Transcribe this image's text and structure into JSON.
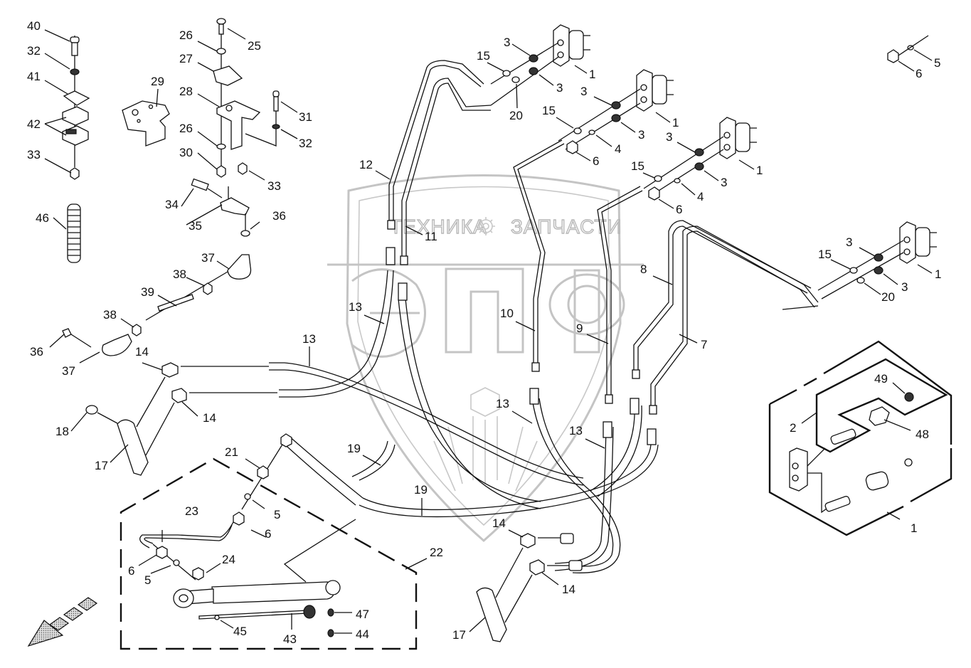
{
  "diagram": {
    "type": "exploded-parts-diagram",
    "subject": "hydraulic lines, valve blocks and cylinder assembly",
    "watermark": {
      "top_left": "ТЕХНИКА",
      "top_right": "ЗАПЧАСТИ",
      "gear_icon": "gear-icon",
      "logo_letters": [
        "Э",
        "П",
        "Ф"
      ]
    },
    "callouts": [
      "1",
      "2",
      "3",
      "4",
      "5",
      "6",
      "7",
      "8",
      "9",
      "10",
      "11",
      "12",
      "13",
      "14",
      "15",
      "17",
      "18",
      "19",
      "20",
      "21",
      "22",
      "23",
      "24",
      "25",
      "26",
      "27",
      "28",
      "29",
      "30",
      "31",
      "32",
      "33",
      "34",
      "35",
      "36",
      "37",
      "38",
      "39",
      "40",
      "41",
      "42",
      "43",
      "44",
      "45",
      "46",
      "47",
      "48",
      "49"
    ],
    "labels": {
      "l40": "40",
      "l32a": "32",
      "l41": "41",
      "l42": "42",
      "l33a": "33",
      "l46": "46",
      "l29": "29",
      "l26a": "26",
      "l25": "25",
      "l27": "27",
      "l28": "28",
      "l26b": "26",
      "l30": "30",
      "l31": "31",
      "l32b": "32",
      "l33b": "33",
      "l34": "34",
      "l35": "35",
      "l36a": "36",
      "l37a": "37",
      "l38a": "38",
      "l39": "39",
      "l38b": "38",
      "l36b": "36",
      "l37b": "37",
      "l14a": "14",
      "l14b": "14",
      "l13a": "13",
      "l18": "18",
      "l17a": "17",
      "l12": "12",
      "l11": "11",
      "l13b": "13",
      "l15a": "15",
      "l3a": "3",
      "l1a": "1",
      "l3b": "3",
      "l20a": "20",
      "l3c": "3",
      "l1b": "1",
      "l15b": "15",
      "l3d": "3",
      "l4a": "4",
      "l6a": "6",
      "l3e": "3",
      "l1c": "1",
      "l15c": "15",
      "l3f": "3",
      "l4b": "4",
      "l6b": "6",
      "l6c": "6",
      "l5a": "5",
      "l3g": "3",
      "l15d": "15",
      "l1d": "1",
      "l3h": "3",
      "l20b": "20",
      "l10": "10",
      "l9": "9",
      "l8": "8",
      "l7": "7",
      "l13c": "13",
      "l13d": "13",
      "l49": "49",
      "l2": "2",
      "l48": "48",
      "l1e": "1",
      "l21": "21",
      "l19a": "19",
      "l19b": "19",
      "l5b": "5",
      "l6d": "6",
      "l23": "23",
      "l22": "22",
      "l6e": "6",
      "l5c": "5",
      "l24": "24",
      "l47": "47",
      "l44": "44",
      "l45": "45",
      "l43": "43",
      "l14c": "14",
      "l14d": "14",
      "l17b": "17"
    },
    "orientation_arrow": "direction-arrow-icon"
  }
}
